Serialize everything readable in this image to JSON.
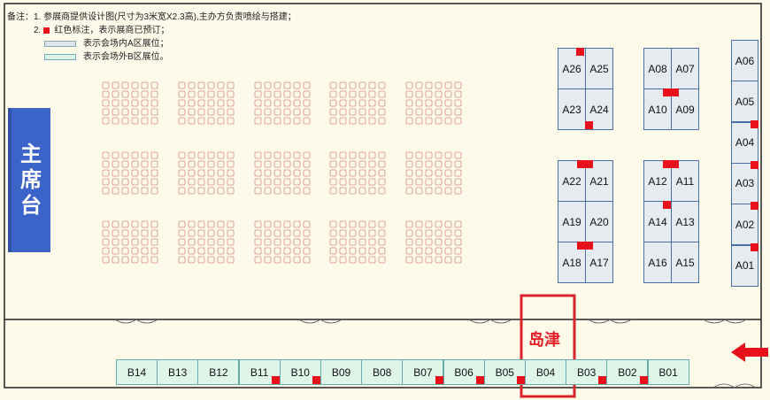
{
  "notes": {
    "heading": "备注：",
    "line1": "1. 参展商提供设计图(尺寸为3米宽X2.3高),主办方负责喷绘与搭建；",
    "line2_prefix": "2.",
    "line2_text": "红色标注，表示展商已预订；",
    "legend_a": "表示会场内A区展位；",
    "legend_b": "表示会场外B区展位。"
  },
  "stage": {
    "label": [
      "主",
      "席",
      "台"
    ]
  },
  "highlight_label": "岛津",
  "colors": {
    "booked": "#e8101a",
    "a_zone": "#e6ebef",
    "b_zone": "#dff5ea",
    "stage": "#3c63c8",
    "highlight": "#e3202a"
  },
  "booths_a": [
    {
      "id": "A26",
      "booked": true
    },
    {
      "id": "A25",
      "booked": false
    },
    {
      "id": "A23",
      "booked": false
    },
    {
      "id": "A24",
      "booked": true
    },
    {
      "id": "A08",
      "booked": false
    },
    {
      "id": "A07",
      "booked": false
    },
    {
      "id": "A10",
      "booked": true
    },
    {
      "id": "A09",
      "booked": true
    },
    {
      "id": "A22",
      "booked": true
    },
    {
      "id": "A21",
      "booked": true
    },
    {
      "id": "A19",
      "booked": false
    },
    {
      "id": "A20",
      "booked": false
    },
    {
      "id": "A18",
      "booked": true
    },
    {
      "id": "A17",
      "booked": true
    },
    {
      "id": "A12",
      "booked": true
    },
    {
      "id": "A11",
      "booked": true
    },
    {
      "id": "A14",
      "booked": true
    },
    {
      "id": "A13",
      "booked": false
    },
    {
      "id": "A16",
      "booked": false
    },
    {
      "id": "A15",
      "booked": false
    },
    {
      "id": "A06",
      "booked": false
    },
    {
      "id": "A05",
      "booked": false
    },
    {
      "id": "A04",
      "booked": true
    },
    {
      "id": "A03",
      "booked": true
    },
    {
      "id": "A02",
      "booked": true
    },
    {
      "id": "A01",
      "booked": true
    }
  ],
  "booths_b": [
    {
      "id": "B14",
      "booked": false
    },
    {
      "id": "B13",
      "booked": false
    },
    {
      "id": "B12",
      "booked": false
    },
    {
      "id": "B11",
      "booked": false
    },
    {
      "id": "B10",
      "booked": true
    },
    {
      "id": "B09",
      "booked": true
    },
    {
      "id": "B08",
      "booked": false
    },
    {
      "id": "B07",
      "booked": false
    },
    {
      "id": "B06",
      "booked": true
    },
    {
      "id": "B05",
      "booked": true
    },
    {
      "id": "B04",
      "booked": true
    },
    {
      "id": "B03",
      "booked": false
    },
    {
      "id": "B02",
      "booked": true
    },
    {
      "id": "B01",
      "booked": true
    }
  ]
}
